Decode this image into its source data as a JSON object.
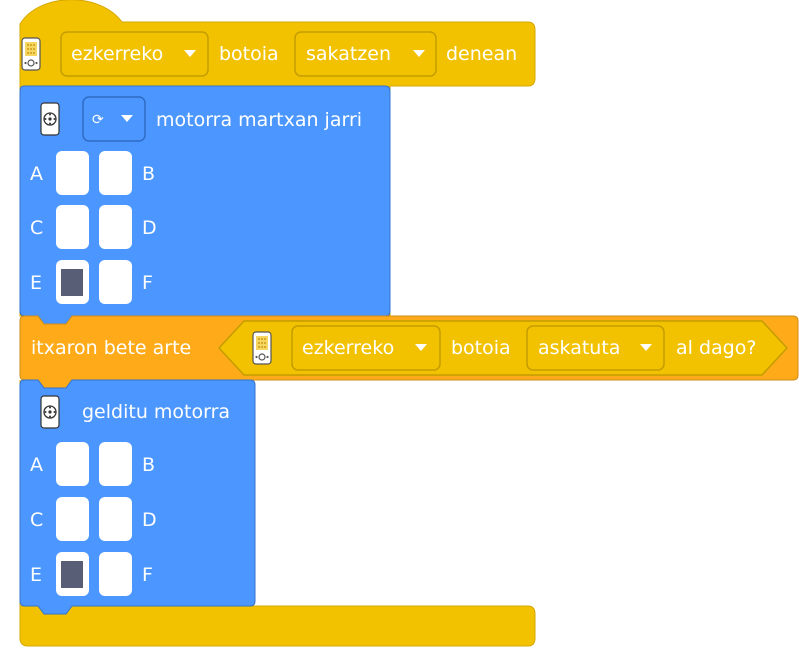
{
  "hat_block": {
    "dropdown_button": "ezkerreko",
    "text_botoia": "botoia",
    "dropdown_action": "sakatzen",
    "text_denean": "denean",
    "icon": "hub-icon",
    "color": "#F2C200"
  },
  "motor_start_block": {
    "direction_icon": "⟳",
    "label": "motorra martxan jarri",
    "icon": "motor-icon",
    "ports": [
      "A",
      "B",
      "C",
      "D",
      "E",
      "F"
    ],
    "selected_ports": [
      "E"
    ],
    "color": "#4C97FF"
  },
  "wait_until_block": {
    "label": "itxaron bete arte",
    "color": "#FFAB19",
    "condition": {
      "dropdown_button": "ezkerreko",
      "text_botoia": "botoia",
      "dropdown_state": "askatuta",
      "text_al_dago": "al dago?",
      "icon": "hub-icon"
    }
  },
  "motor_stop_block": {
    "label": "gelditu motorra",
    "icon": "motor-icon",
    "ports": [
      "A",
      "B",
      "C",
      "D",
      "E",
      "F"
    ],
    "selected_ports": [
      "E"
    ],
    "color": "#4C97FF"
  }
}
